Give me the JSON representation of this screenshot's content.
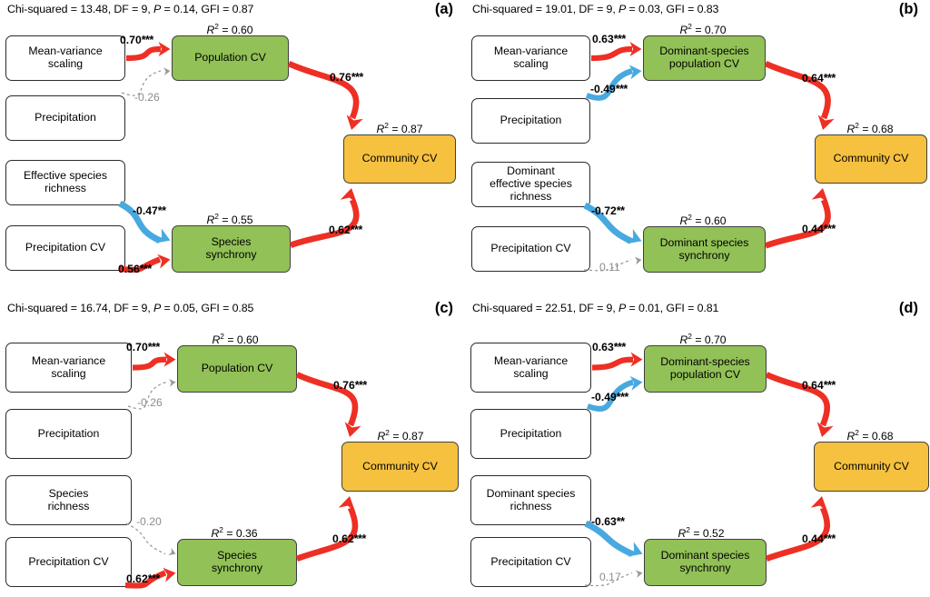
{
  "figure": {
    "colors": {
      "positive_path": "#ee2f24",
      "negative_path": "#48a9e0",
      "nonsignificant_path": "#9a9a9a",
      "mediator_box": "#92c157",
      "outcome_box": "#f5c13f",
      "exogenous_box": "#ffffff"
    }
  },
  "panels": [
    {
      "label": "(a)",
      "fit": {
        "chi_label": "Chi-squared = 13.48, DF = 9, ",
        "p_italic": "P",
        "p_rest": " = 0.14, GFI = 0.87",
        "chi_squared": "13.48",
        "df": "9",
        "p_value": "0.14",
        "gfi": "0.87"
      },
      "exogenous": [
        {
          "name": "mean-variance-scaling",
          "label": "Mean-variance\nscaling"
        },
        {
          "name": "precipitation",
          "label": "Precipitation"
        },
        {
          "name": "effective-species-richness",
          "label": "Effective species\nrichness"
        },
        {
          "name": "precipitation-cv",
          "label": "Precipitation CV"
        }
      ],
      "mediators": [
        {
          "name": "population-cv",
          "label": "Population CV",
          "r2": "0.60"
        },
        {
          "name": "species-synchrony",
          "label": "Species\nsynchrony",
          "r2": "0.55"
        }
      ],
      "outcome": {
        "name": "community-cv",
        "label": "Community CV",
        "r2": "0.87"
      },
      "paths": [
        {
          "from": "mean-variance-scaling",
          "to": "population-cv",
          "coef": "0.70",
          "stars": "***",
          "type": "positive"
        },
        {
          "from": "precipitation",
          "to": "population-cv",
          "coef": "-0.26",
          "stars": "",
          "type": "nonsignificant"
        },
        {
          "from": "effective-species-richness",
          "to": "species-synchrony",
          "coef": "-0.47",
          "stars": "**",
          "type": "negative"
        },
        {
          "from": "precipitation-cv",
          "to": "species-synchrony",
          "coef": "0.56",
          "stars": "***",
          "type": "positive"
        },
        {
          "from": "population-cv",
          "to": "community-cv",
          "coef": "0.76",
          "stars": "***",
          "type": "positive"
        },
        {
          "from": "species-synchrony",
          "to": "community-cv",
          "coef": "0.62",
          "stars": "***",
          "type": "positive"
        }
      ]
    },
    {
      "label": "(b)",
      "fit": {
        "chi_label": "Chi-squared = 19.01, DF = 9, ",
        "p_italic": "P",
        "p_rest": " = 0.03, GFI = 0.83",
        "chi_squared": "19.01",
        "df": "9",
        "p_value": "0.03",
        "gfi": "0.83"
      },
      "exogenous": [
        {
          "name": "mean-variance-scaling",
          "label": "Mean-variance\nscaling"
        },
        {
          "name": "precipitation",
          "label": "Precipitation"
        },
        {
          "name": "dominant-effective-species-richness",
          "label": "Dominant\neffective species\nrichness"
        },
        {
          "name": "precipitation-cv",
          "label": "Precipitation CV"
        }
      ],
      "mediators": [
        {
          "name": "dominant-species-population-cv",
          "label": "Dominant-species\npopulation CV",
          "r2": "0.70"
        },
        {
          "name": "dominant-species-synchrony",
          "label": "Dominant species\nsynchrony",
          "r2": "0.60"
        }
      ],
      "outcome": {
        "name": "community-cv",
        "label": "Community CV",
        "r2": "0.68"
      },
      "paths": [
        {
          "from": "mean-variance-scaling",
          "to": "dominant-species-population-cv",
          "coef": "0.63",
          "stars": "***",
          "type": "positive"
        },
        {
          "from": "precipitation",
          "to": "dominant-species-population-cv",
          "coef": "-0.49",
          "stars": "***",
          "type": "negative"
        },
        {
          "from": "dominant-effective-species-richness",
          "to": "dominant-species-synchrony",
          "coef": "-0.72",
          "stars": "**",
          "type": "negative"
        },
        {
          "from": "precipitation-cv",
          "to": "dominant-species-synchrony",
          "coef": "0.11",
          "stars": "",
          "type": "nonsignificant"
        },
        {
          "from": "dominant-species-population-cv",
          "to": "community-cv",
          "coef": "0.64",
          "stars": "***",
          "type": "positive"
        },
        {
          "from": "dominant-species-synchrony",
          "to": "community-cv",
          "coef": "0.44",
          "stars": "***",
          "type": "positive"
        }
      ]
    },
    {
      "label": "(c)",
      "fit": {
        "chi_label": "Chi-squared = 16.74, DF = 9, ",
        "p_italic": "P",
        "p_rest": " = 0.05, GFI = 0.85",
        "chi_squared": "16.74",
        "df": "9",
        "p_value": "0.05",
        "gfi": "0.85"
      },
      "exogenous": [
        {
          "name": "mean-variance-scaling",
          "label": "Mean-variance\nscaling"
        },
        {
          "name": "precipitation",
          "label": "Precipitation"
        },
        {
          "name": "species-richness",
          "label": "Species\nrichness"
        },
        {
          "name": "precipitation-cv",
          "label": "Precipitation CV"
        }
      ],
      "mediators": [
        {
          "name": "population-cv",
          "label": "Population CV",
          "r2": "0.60"
        },
        {
          "name": "species-synchrony",
          "label": "Species\nsynchrony",
          "r2": "0.36"
        }
      ],
      "outcome": {
        "name": "community-cv",
        "label": "Community CV",
        "r2": "0.87"
      },
      "paths": [
        {
          "from": "mean-variance-scaling",
          "to": "population-cv",
          "coef": "0.70",
          "stars": "***",
          "type": "positive"
        },
        {
          "from": "precipitation",
          "to": "population-cv",
          "coef": "-0.26",
          "stars": "",
          "type": "nonsignificant"
        },
        {
          "from": "species-richness",
          "to": "species-synchrony",
          "coef": "-0.20",
          "stars": "",
          "type": "nonsignificant"
        },
        {
          "from": "precipitation-cv",
          "to": "species-synchrony",
          "coef": "0.62",
          "stars": "***",
          "type": "positive"
        },
        {
          "from": "population-cv",
          "to": "community-cv",
          "coef": "0.76",
          "stars": "***",
          "type": "positive"
        },
        {
          "from": "species-synchrony",
          "to": "community-cv",
          "coef": "0.62",
          "stars": "***",
          "type": "positive"
        }
      ]
    },
    {
      "label": "(d)",
      "fit": {
        "chi_label": "Chi-squared = 22.51, DF = 9, ",
        "p_italic": "P",
        "p_rest": " = 0.01, GFI = 0.81",
        "chi_squared": "22.51",
        "df": "9",
        "p_value": "0.01",
        "gfi": "0.81"
      },
      "exogenous": [
        {
          "name": "mean-variance-scaling",
          "label": "Mean-variance\nscaling"
        },
        {
          "name": "precipitation",
          "label": "Precipitation"
        },
        {
          "name": "dominant-species-richness",
          "label": "Dominant species\nrichness"
        },
        {
          "name": "precipitation-cv",
          "label": "Precipitation CV"
        }
      ],
      "mediators": [
        {
          "name": "dominant-species-population-cv",
          "label": "Dominant-species\npopulation CV",
          "r2": "0.70"
        },
        {
          "name": "dominant-species-synchrony",
          "label": "Dominant species\nsynchrony",
          "r2": "0.52"
        }
      ],
      "outcome": {
        "name": "community-cv",
        "label": "Community CV",
        "r2": "0.68"
      },
      "paths": [
        {
          "from": "mean-variance-scaling",
          "to": "dominant-species-population-cv",
          "coef": "0.63",
          "stars": "***",
          "type": "positive"
        },
        {
          "from": "precipitation",
          "to": "dominant-species-population-cv",
          "coef": "-0.49",
          "stars": "***",
          "type": "negative"
        },
        {
          "from": "dominant-species-richness",
          "to": "dominant-species-synchrony",
          "coef": "-0.63",
          "stars": "**",
          "type": "negative"
        },
        {
          "from": "precipitation-cv",
          "to": "dominant-species-synchrony",
          "coef": "0.17",
          "stars": "",
          "type": "nonsignificant"
        },
        {
          "from": "dominant-species-population-cv",
          "to": "community-cv",
          "coef": "0.64",
          "stars": "***",
          "type": "positive"
        },
        {
          "from": "dominant-species-synchrony",
          "to": "community-cv",
          "coef": "0.44",
          "stars": "***",
          "type": "positive"
        }
      ]
    }
  ]
}
